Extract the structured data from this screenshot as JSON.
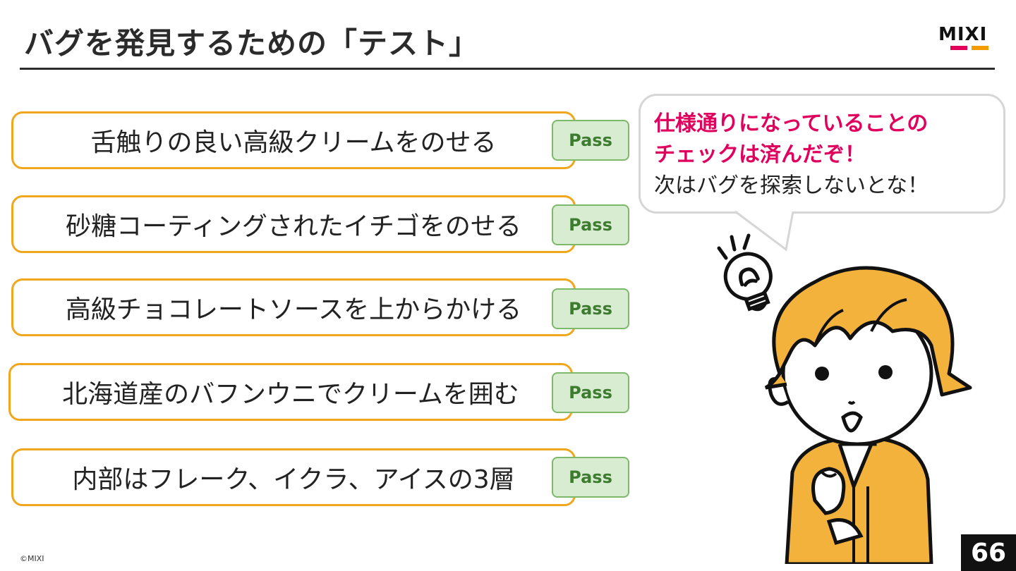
{
  "slide": {
    "title": "バグを発見するための「テスト」",
    "logo_text": "MIXI",
    "brand_colors": {
      "pink": "#e4005a",
      "orange": "#f29c00"
    },
    "page_number": "66",
    "copyright": "©MIXI"
  },
  "test_items": [
    {
      "text": "舌触りの良い高級クリームをのせる",
      "status": "Pass"
    },
    {
      "text": "砂糖コーティングされたイチゴをのせる",
      "status": "Pass"
    },
    {
      "text": "高級チョコレートソースを上からかける",
      "status": "Pass"
    },
    {
      "text": "北海道産のバフンウニでクリームを囲む",
      "status": "Pass"
    },
    {
      "text": "内部はフレーク、イクラ、アイスの3層",
      "status": "Pass"
    }
  ],
  "speech_bubble": {
    "highlight_line1": "仕様通りになっていることの",
    "highlight_line2": "チェックは済んだぞ！",
    "line3": "次はバグを探索しないとな！",
    "highlight_color": "#e0005e"
  },
  "illustration": {
    "icon": "lightbulb-icon",
    "character": "thinking-person-illustration"
  }
}
